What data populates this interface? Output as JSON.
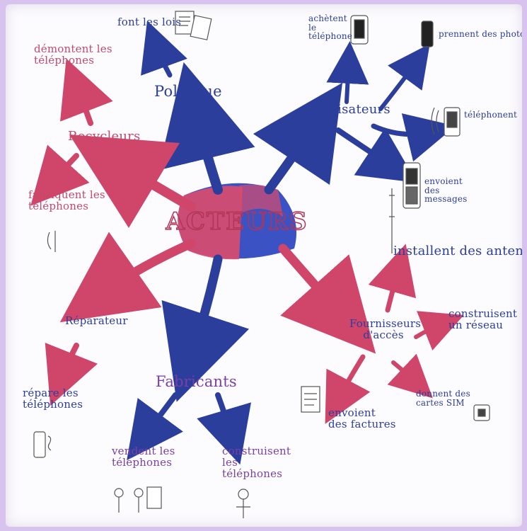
{
  "center": {
    "label": "ACTEURS"
  },
  "nodes": {
    "politique": {
      "label": "Politique",
      "children": [
        "font les lois"
      ]
    },
    "recycleurs": {
      "label": "Recycleurs",
      "children": [
        "démontent les téléphones",
        "fabriquent les téléphones"
      ]
    },
    "reparateur": {
      "label": "Réparateur",
      "children": [
        "répare les téléphones"
      ]
    },
    "fabricants": {
      "label": "Fabricants",
      "children": [
        "vendent les téléphones",
        "construisent les téléphones"
      ]
    },
    "utilisateurs": {
      "label": "utilisateurs",
      "children": [
        "achètent le téléphone",
        "prennent des photos",
        "téléphonent",
        "envoient des messages"
      ]
    },
    "installent": {
      "label": "installent des antennes"
    },
    "fournisseurs": {
      "label": "Fournisseurs d'accès",
      "children": [
        "construisent un réseau",
        "donnent des cartes SIM",
        "envoient des factures"
      ]
    }
  },
  "colors": {
    "blue": "#2c3e9c",
    "red": "#d0456a",
    "purple": "#7a3fa6",
    "background": "#d7c3ee"
  }
}
